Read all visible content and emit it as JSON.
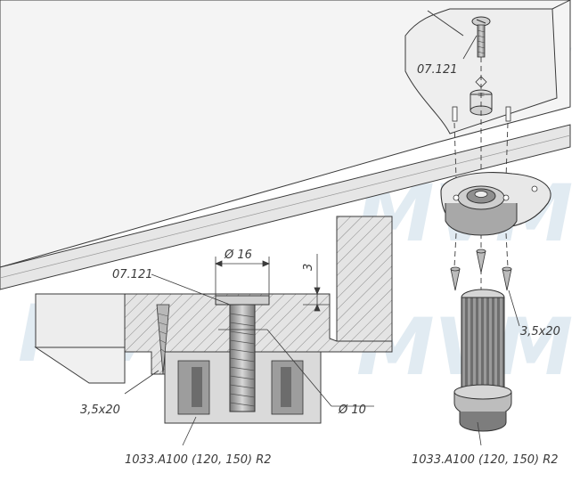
{
  "watermark": "MVM",
  "labels": {
    "screw_code_top": "07.121",
    "screw_code_section": "07.121",
    "diameter_16": "Ø 16",
    "depth_3": "3",
    "diameter_10": "Ø 10",
    "wood_screw_left": "3,5x20",
    "wood_screw_right": "3,5x20",
    "part_left": "1033.A100 (120, 150) R2",
    "part_right": "1033.A100 (120, 150) R2"
  },
  "colors": {
    "line": "#3a3a3a",
    "panel": "#eeeeee",
    "section_fill": "#d8d8d8",
    "part_dark": "#8a8a8a",
    "part_mid": "#b5b5b5",
    "watermark": "#c9dbe8"
  }
}
